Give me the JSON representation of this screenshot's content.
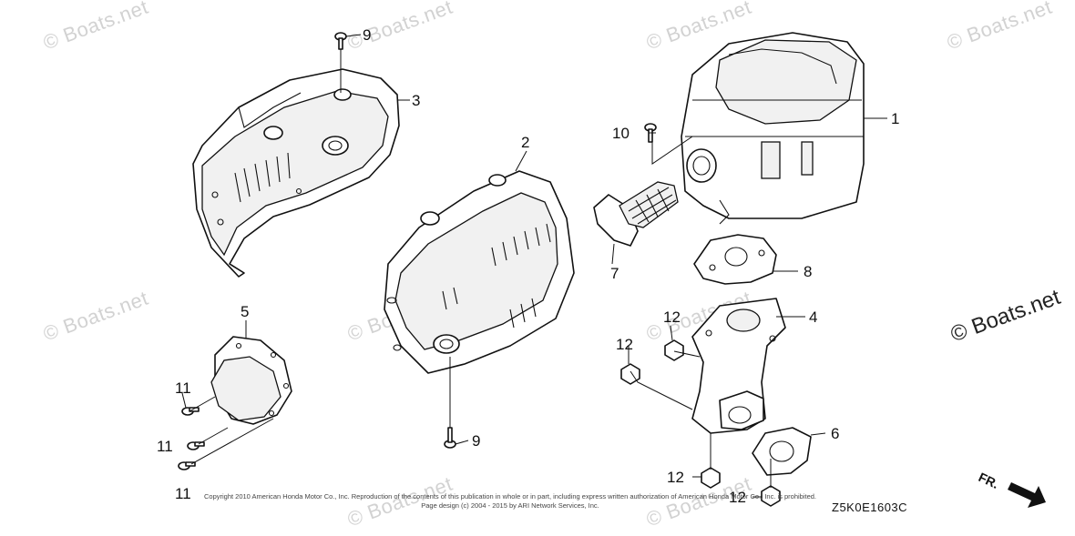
{
  "watermarks": [
    "© Boats.net",
    "© Boats.net",
    "© Boats.net",
    "© Boats.net",
    "© Boats.net",
    "© Boats.net",
    "© Boats.net",
    "© Boats.net",
    "© Boats.net"
  ],
  "watermark_large": "© Boats.net",
  "callouts": {
    "c1": "1",
    "c2": "2",
    "c3": "3",
    "c4": "4",
    "c5": "5",
    "c6": "6",
    "c7": "7",
    "c8": "8",
    "c9a": "9",
    "c9b": "9",
    "c10": "10",
    "c11a": "11",
    "c11b": "11",
    "c11c": "11",
    "c12a": "12",
    "c12b": "12",
    "c12c": "12",
    "c12d": "12"
  },
  "copyright_line1": "Copyright 2010 American Honda Motor Co., Inc. Reproduction of the contents of this publication in whole or in part, including express written authorization of American Honda Motor Co., Inc. is prohibited.",
  "copyright_line2": "Page design (c) 2004 - 2015 by ARI Network Services, Inc.",
  "diagram_code": "Z5K0E1603C",
  "direction_label": "FR."
}
